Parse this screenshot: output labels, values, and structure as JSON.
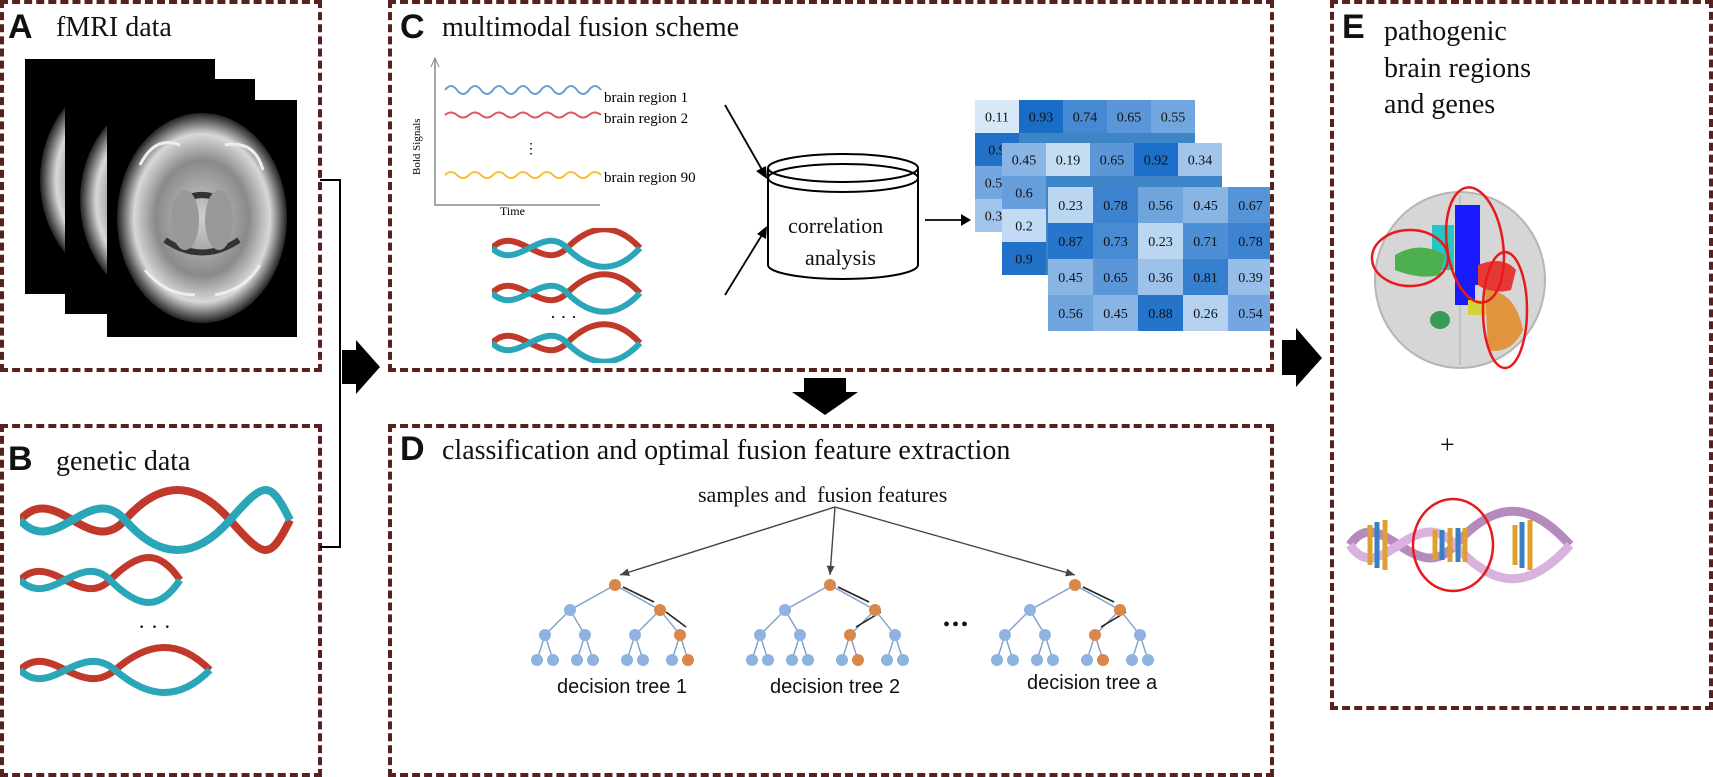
{
  "panels": {
    "a": {
      "letter": "A",
      "title": "fMRI data"
    },
    "b": {
      "letter": "B",
      "title": "genetic data",
      "ellipsis": "· · ·"
    },
    "c": {
      "letter": "C",
      "title": "multimodal fusion scheme",
      "signal_labels": [
        "brain region 1",
        "brain region 2",
        "brain region 90"
      ],
      "y_axis": "Bold Signals",
      "x_axis": "Time",
      "dna_ellipsis": "· · ·",
      "db_label_line1": "correlation",
      "db_label_line2": "analysis"
    },
    "d": {
      "letter": "D",
      "title": "classification and optimal fusion feature extraction",
      "subtitle": "samples and  fusion features",
      "trees": [
        "decision tree 1",
        "decision tree 2",
        "decision tree a"
      ],
      "dots": "•••"
    },
    "e": {
      "letter": "E",
      "title_lines": [
        "pathogenic",
        "brain regions",
        "and genes"
      ],
      "plus": "+"
    }
  },
  "matrices": {
    "back": [
      [
        "0.11",
        "0.93",
        "0.74",
        "0.65",
        "0.55"
      ],
      [
        "0.9",
        "",
        "",
        "",
        ""
      ],
      [
        "0.54",
        "",
        "",
        "",
        ""
      ],
      [
        "0.34",
        "",
        "",
        "",
        ""
      ]
    ],
    "middle": [
      [
        "0.45",
        "0.19",
        "0.65",
        "0.92",
        "0.34"
      ],
      [
        "0.6",
        "",
        "",
        "",
        ""
      ],
      [
        "0.2",
        "",
        "",
        "",
        ""
      ],
      [
        "0.9",
        "",
        "",
        "",
        ""
      ]
    ],
    "front": [
      [
        "0.23",
        "0.78",
        "0.56",
        "0.45",
        "0.67"
      ],
      [
        "0.87",
        "0.73",
        "0.23",
        "0.71",
        "0.78"
      ],
      [
        "0.45",
        "0.65",
        "0.36",
        "0.81",
        "0.39"
      ],
      [
        "0.56",
        "0.45",
        "0.88",
        "0.26",
        "0.54"
      ]
    ]
  },
  "colors": {
    "border": "#5a1f1f",
    "signal1": "#6f9bd1",
    "signal2": "#e05555",
    "signal3": "#f2c232",
    "node_blue": "#8fb3e0",
    "node_orange": "#d9884a",
    "highlight": "#e8191a"
  }
}
